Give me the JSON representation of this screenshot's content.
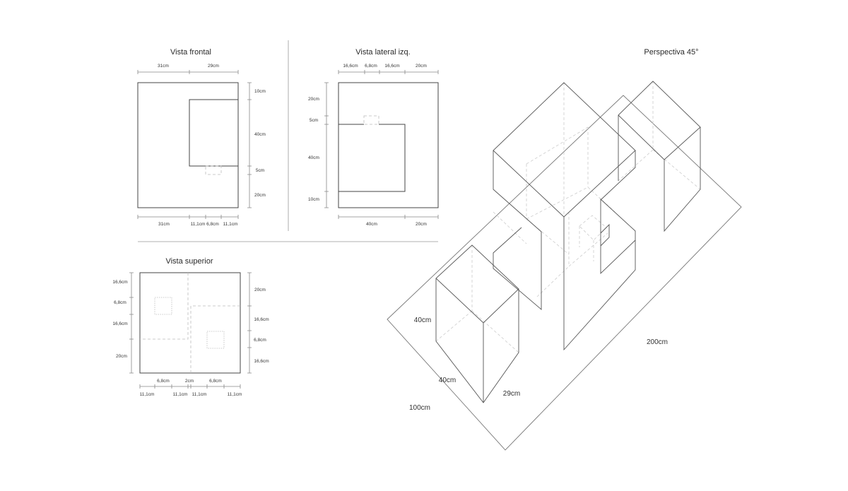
{
  "views": {
    "frontal": {
      "title": "Vista frontal",
      "top_dims": [
        "31cm",
        "29cm"
      ],
      "right_dims": [
        "10cm",
        "40cm",
        "5cm",
        "20cm"
      ],
      "bottom_dims": [
        "31cm",
        "11,1cm",
        "6,8cm",
        "11,1cm"
      ]
    },
    "lateral": {
      "title": "Vista lateral izq.",
      "top_dims": [
        "16,6cm",
        "6,8cm",
        "16,6cm",
        "20cm"
      ],
      "left_dims": [
        "20cm",
        "5cm",
        "40cm",
        "10cm"
      ],
      "bottom_dims": [
        "40cm",
        "20cm"
      ]
    },
    "superior": {
      "title": "Vista superior",
      "left_dims": [
        "16,6cm",
        "6,8cm",
        "16,6cm",
        "20cm"
      ],
      "right_dims": [
        "20cm",
        "16,6cm",
        "6,8cm",
        "16,6cm"
      ],
      "bottom_top_dims": [
        "6,8cm",
        "2cm",
        "6,8cm"
      ],
      "bottom_dims": [
        "11,1cm",
        "11,1cm",
        "11,1cm",
        "11,1cm"
      ]
    },
    "perspective": {
      "title": "Perspectiva 45°",
      "labels": [
        "40cm",
        "40cm",
        "29cm",
        "100cm",
        "200cm"
      ]
    }
  }
}
